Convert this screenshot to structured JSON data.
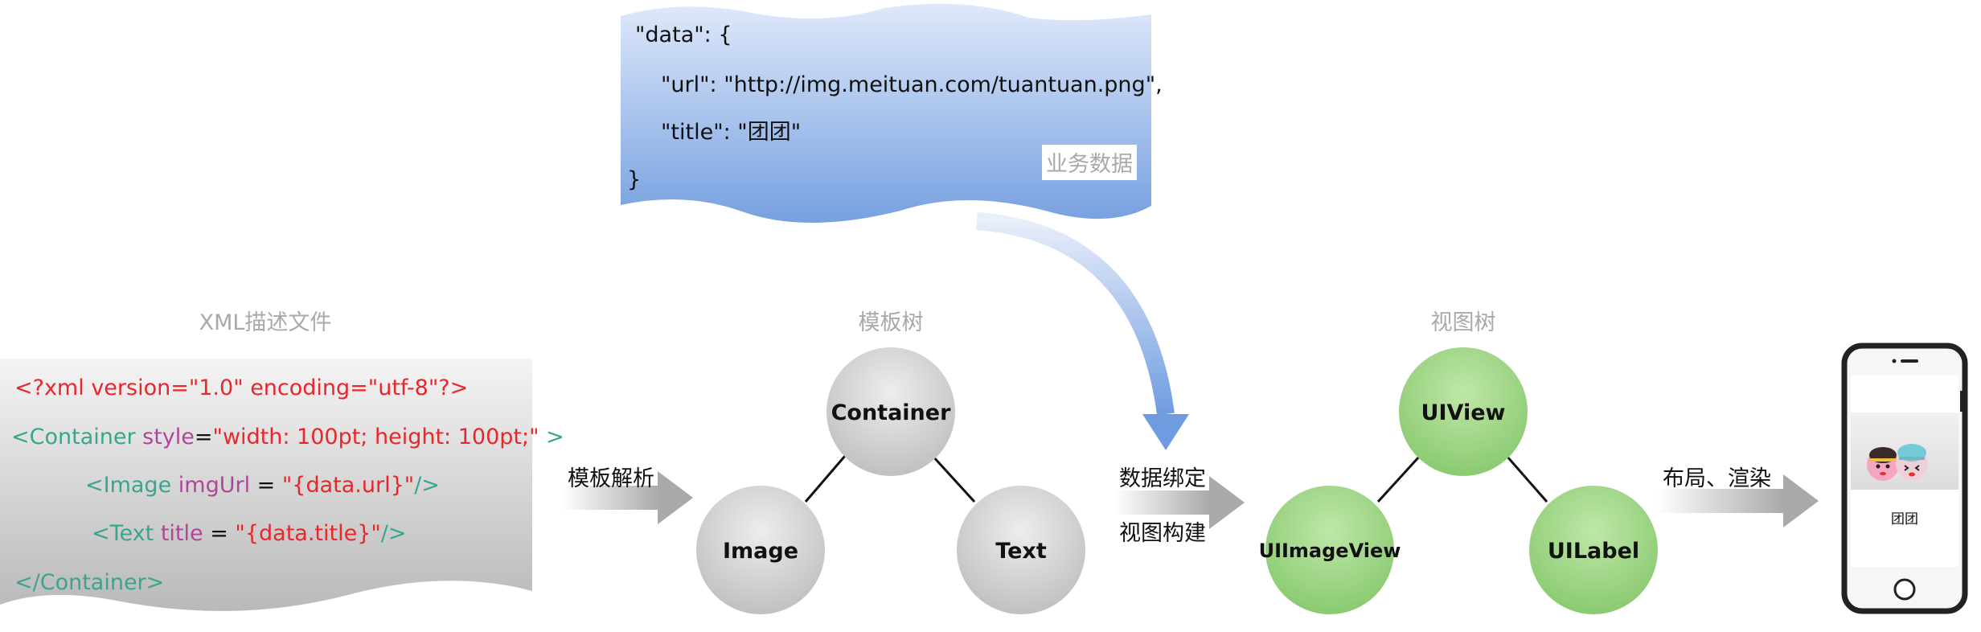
{
  "colors": {
    "xml_red": "#e8262b",
    "xml_teal": "#3aa58f",
    "xml_purple": "#b0469a",
    "node_gray": "#cfcfcf",
    "node_green": "#93d07a",
    "arrow_blue": "#6f9ce0",
    "label_gray": "#a9a9a9"
  },
  "business_data": {
    "lines": [
      "\"data\": {",
      "\"url\": \"http://img.meituan.com/tuantuan.png\",",
      "\"title\": \"团团\"",
      "}"
    ],
    "label": "业务数据"
  },
  "xml_file": {
    "title": "XML描述文件",
    "line1": "<?xml version=\"1.0\" encoding=\"utf-8\"?>",
    "line2": {
      "open": "<Container ",
      "attr": "style",
      "eq": "=",
      "value": "\"width: 100pt; height: 100pt;\"",
      "close": " >"
    },
    "line3": {
      "open": "<Image ",
      "attr": "imgUrl",
      "eq": " = ",
      "value": "\"{data.url}\"",
      "close": "/>"
    },
    "line4": {
      "open": "<Text ",
      "attr": "title",
      "eq": " = ",
      "value": "\"{data.title}\"",
      "close": "/>"
    },
    "line5": "</Container>"
  },
  "template_tree": {
    "title": "模板树",
    "root": "Container",
    "left": "Image",
    "right": "Text"
  },
  "view_tree": {
    "title": "视图树",
    "root": "UIView",
    "left": "UIImageView",
    "right": "UILabel"
  },
  "steps": {
    "parse": "模板解析",
    "bind": "数据绑定",
    "build": "视图构建",
    "render": "布局、渲染"
  },
  "phone": {
    "caption": "团团"
  }
}
